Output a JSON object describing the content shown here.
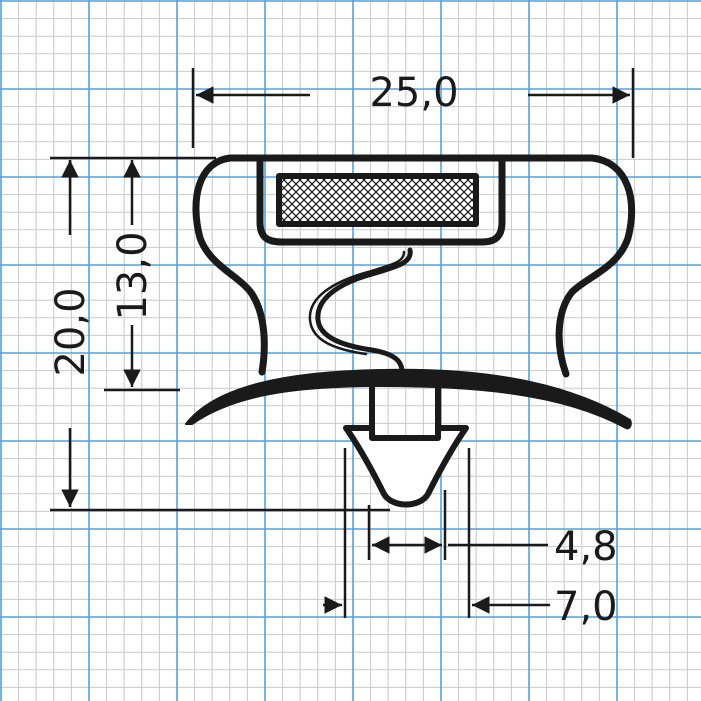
{
  "colors": {
    "background": "#ffffff",
    "grid_minor": "#c9c9c9",
    "grid_major": "#4da3e6",
    "ink": "#1a1a1a",
    "mesh_fill": "#ffffff"
  },
  "dimensions": {
    "overall_width": "25,0",
    "overall_height": "20,0",
    "upper_height": "13,0",
    "dart_width": "4,8",
    "dart_span": "7,0"
  }
}
